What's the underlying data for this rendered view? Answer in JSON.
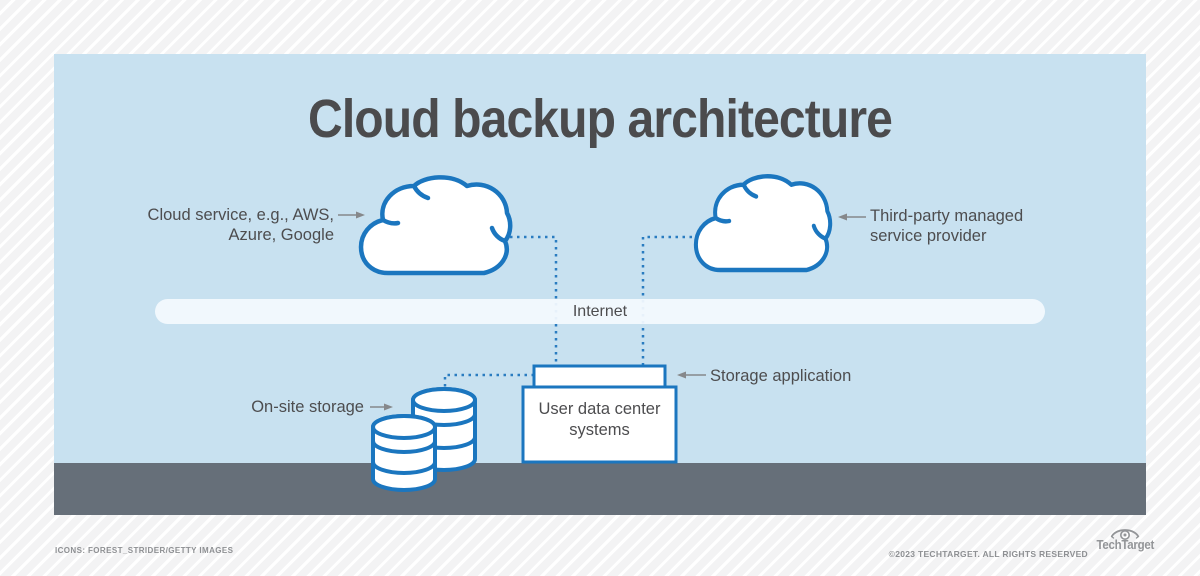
{
  "title": "Cloud backup architecture",
  "diagram": {
    "cloud_service_label": "Cloud service, e.g., AWS,\nAzure, Google",
    "third_party_label": "Third-party managed\nservice provider",
    "internet_label": "Internet",
    "storage_application_label": "Storage application",
    "on_site_storage_label": "On-site storage",
    "user_data_center_label": "User data center\nsystems"
  },
  "footer": {
    "icons_credit": "ICONS: FOREST_STRIDER/GETTY IMAGES",
    "copyright": "©2023 TECHTARGET. ALL RIGHTS RESERVED",
    "brand_name": "TechTarget"
  },
  "colors": {
    "panel_background": "#c8e1f0",
    "diagram_stroke_blue": "#1b76bf",
    "dotted_line_blue": "#2a7cc0",
    "ground_gray": "#666f79",
    "internet_bar": "#f3f9fd",
    "text_dark": "#4d4d4f",
    "arrow_gray": "#86888b",
    "footer_text": "#8e9093"
  },
  "icons": {
    "left_cloud": "cloud-icon",
    "right_cloud": "cloud-icon",
    "storage": "database-icon",
    "brand": "eye-target-icon"
  }
}
